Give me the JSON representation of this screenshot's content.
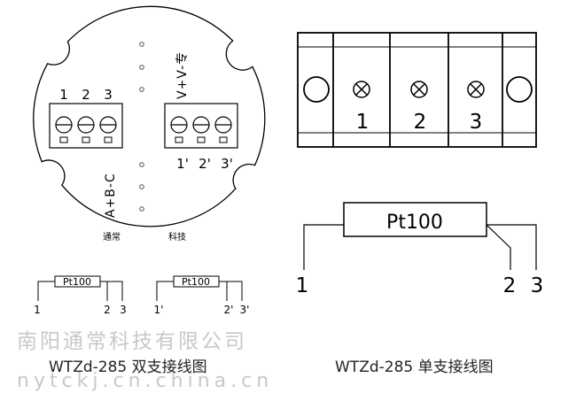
{
  "board": {
    "terminal_left_numbers": [
      "1",
      "2",
      "3"
    ],
    "terminal_left_vertical": "A+B-C",
    "terminal_right_vertical": "V+V-专",
    "terminal_right_numbers": [
      "1'",
      "2'",
      "3'"
    ],
    "logo_left": "通常",
    "logo_right": "科技"
  },
  "double_left": {
    "sensor": "Pt100",
    "wires": [
      "1",
      "2",
      "3"
    ]
  },
  "double_right": {
    "sensor": "Pt100",
    "wires": [
      "1'",
      "2'",
      "3'"
    ]
  },
  "single_block": {
    "numbers": [
      "1",
      "2",
      "3"
    ]
  },
  "single_diagram": {
    "sensor": "Pt100",
    "wires": [
      "1",
      "2",
      "3"
    ]
  },
  "captions": {
    "left": "WTZd-285 双支接线图",
    "right": "WTZd-285 单支接线图"
  },
  "watermark": {
    "company": "南阳通常科技有限公司",
    "url": "nytckj.cn.china.cn"
  }
}
